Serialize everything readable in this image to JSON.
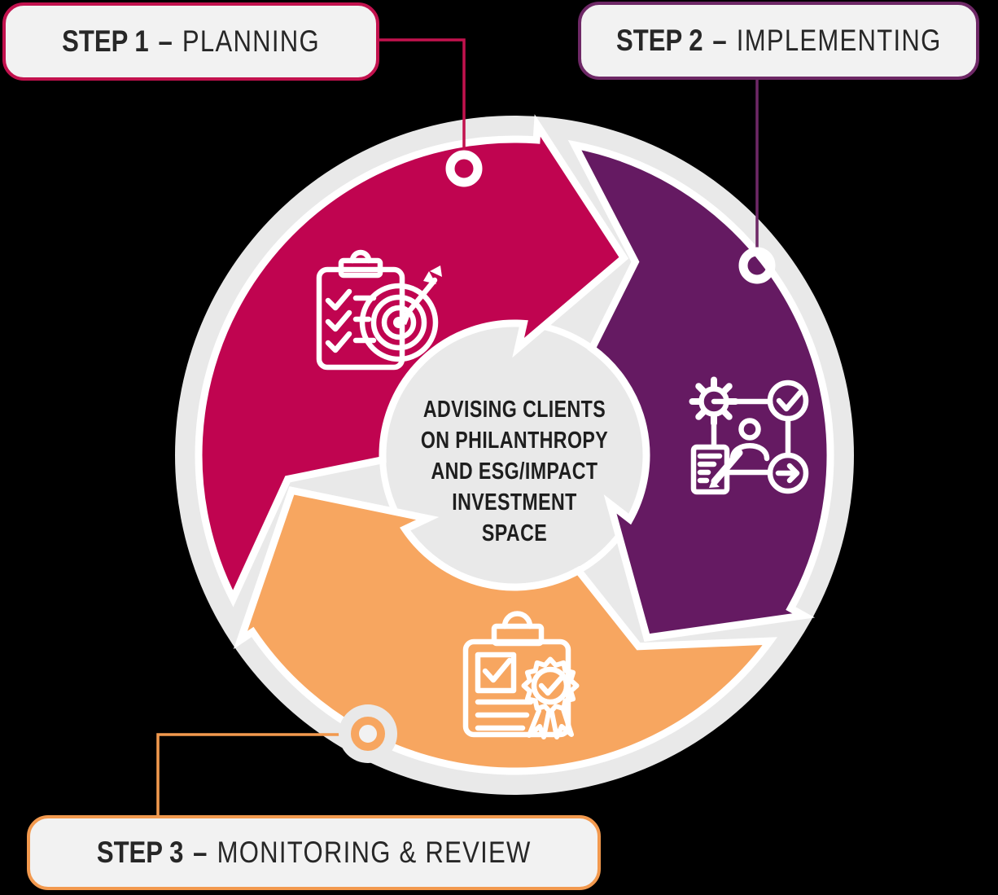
{
  "diagram": {
    "title_hint": "three-step cycle infographic",
    "center": {
      "lines": [
        "ADVISING CLIENTS",
        "ON PHILANTHROPY",
        "AND ESG/IMPACT",
        "INVESTMENT",
        "SPACE"
      ]
    },
    "steps": [
      {
        "label": "STEP 1",
        "separator": "–",
        "name": "PLANNING",
        "color": "#C00450",
        "border_color": "#C2124E",
        "icon": "clipboard-target-icon"
      },
      {
        "label": "STEP 2",
        "separator": "–",
        "name": "IMPLEMENTING",
        "color": "#651A62",
        "border_color": "#6E2866",
        "icon": "gear-person-process-icon"
      },
      {
        "label": "STEP 3",
        "separator": "–",
        "name": "MONITORING & REVIEW",
        "color": "#F7A660",
        "border_color": "#F2994E",
        "icon": "certificate-clipboard-icon"
      }
    ],
    "colors": {
      "disc": "#E9E9E9",
      "hub_fill": "#E9E9E9",
      "box_fill": "#F2F2F2",
      "label_text": "#272727",
      "center_text": "#1E1E1E",
      "icon_stroke": "#FFFFFF",
      "dot_ring_white": "#FFFFFF",
      "dot3_center": "#F2F2F2",
      "separator_white": "#FFFFFF",
      "background": "#000000"
    }
  }
}
